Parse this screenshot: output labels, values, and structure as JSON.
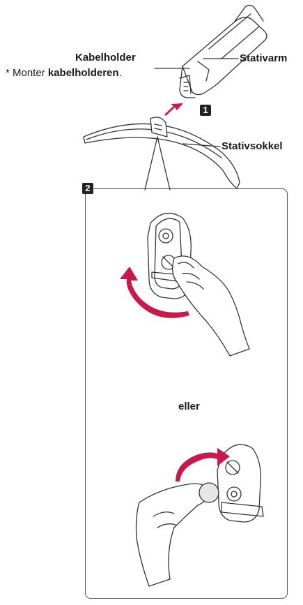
{
  "labels": {
    "cable_holder": "Kabelholder",
    "mount_prefix": "* Monter ",
    "mount_bold": "kabelholderen",
    "mount_suffix": ".",
    "stand_arm": "Stativarm",
    "stand_base": "Stativsokkel",
    "or": "eller"
  },
  "steps": [
    "1",
    "2"
  ],
  "colors": {
    "accent": "#c8194a",
    "line": "#333333"
  }
}
